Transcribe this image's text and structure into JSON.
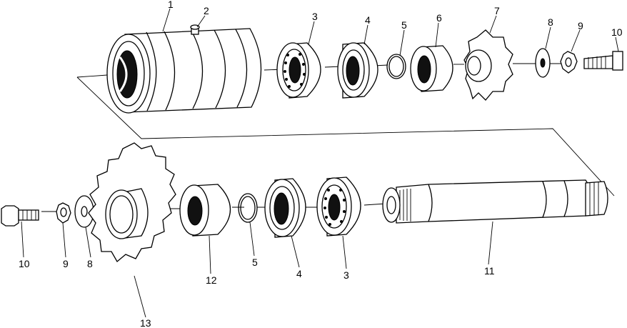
{
  "callouts": {
    "c1": "1",
    "c2": "2",
    "c3_top": "3",
    "c4_top": "4",
    "c5_top": "5",
    "c6": "6",
    "c7": "7",
    "c8_top": "8",
    "c9_top": "9",
    "c10_top": "10",
    "c10_bot": "10",
    "c9_bot": "9",
    "c8_bot": "8",
    "c12": "12",
    "c5_bot": "5",
    "c4_bot": "4",
    "c3_bot": "3",
    "c11": "11",
    "c13": "13"
  }
}
